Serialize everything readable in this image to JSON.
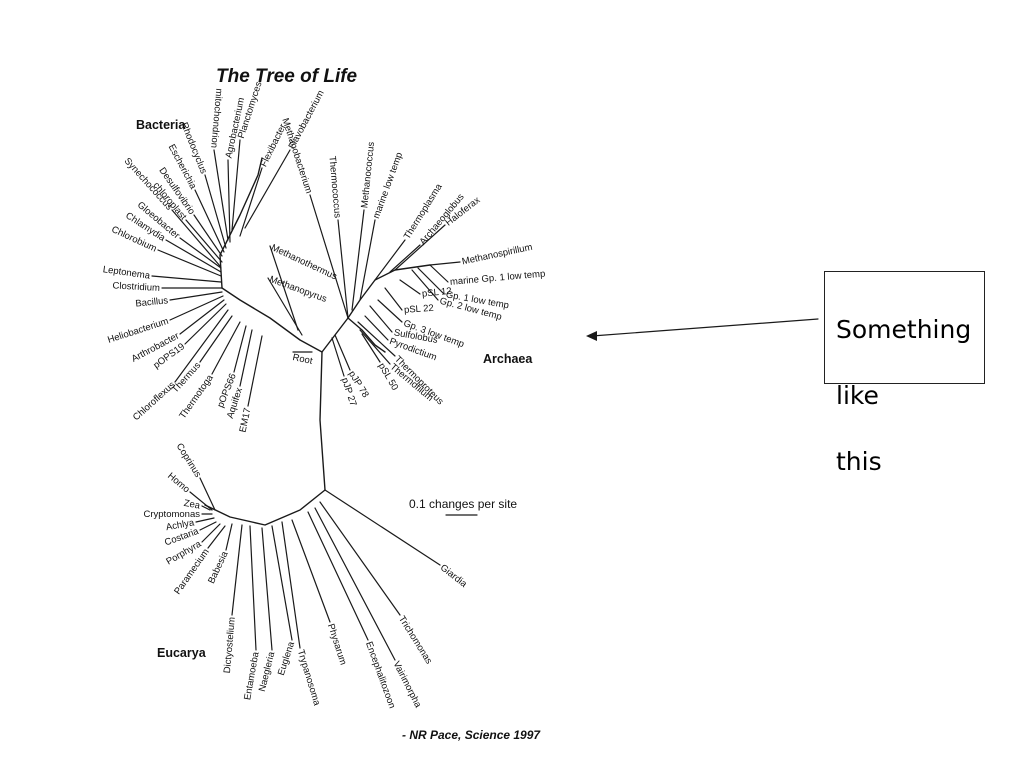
{
  "title": "The Tree of Life",
  "domains": {
    "bacteria": "Bacteria",
    "archaea": "Archaea",
    "eucarya": "Eucarya"
  },
  "root_label": "Root",
  "scale_label": "0.1 changes per site",
  "credit": "- NR Pace, Science 1997",
  "callout": {
    "lines": [
      "Something",
      "like",
      "this"
    ]
  },
  "taxa": {
    "bacteria": [
      "Planctomyces",
      "mitochondrion",
      "Agrobacterium",
      "Flavobacterium",
      "Flexibacter",
      "Rhodocyclus",
      "Escherichia",
      "Desulfovibrio",
      "chloroplast",
      "Synechococcus",
      "Gloeobacter",
      "Chlamydia",
      "Chlorobium",
      "Leptonema",
      "Clostridium",
      "Bacillus",
      "Heliobacterium",
      "Arthrobacter",
      "pOPS19",
      "Chloroflexus",
      "Thermus",
      "Thermotoga",
      "pOPS66",
      "Aquifex",
      "EM17"
    ],
    "archaea": [
      "Methanobacterium",
      "Thermococcus",
      "Methanococcus",
      "marine low temp",
      "Thermoplasma",
      "Archaeoglobus",
      "Haloferax",
      "Methanospirillum",
      "marine Gp. 1 low temp",
      "Gp. 1 low temp",
      "Gp. 2 low temp",
      "pSL 12",
      "pSL 22",
      "Gp. 3 low temp",
      "Sulfolobus",
      "Pyrodictium",
      "Thermoproteus",
      "Thermofilum",
      "pSL 50",
      "pJP 78",
      "pJP 27",
      "Methanothermus",
      "Methanopyrus"
    ],
    "eucarya": [
      "Coprinus",
      "Homo",
      "Zea",
      "Cryptomonas",
      "Achlya",
      "Costaria",
      "Porphyra",
      "Paramecium",
      "Babesia",
      "Dictyostelium",
      "Entamoeba",
      "Naegleria",
      "Euglena",
      "Trypanosoma",
      "Physarum",
      "Encephalitozoon",
      "Vairimorpha",
      "Trichomonas",
      "Giardia"
    ]
  }
}
